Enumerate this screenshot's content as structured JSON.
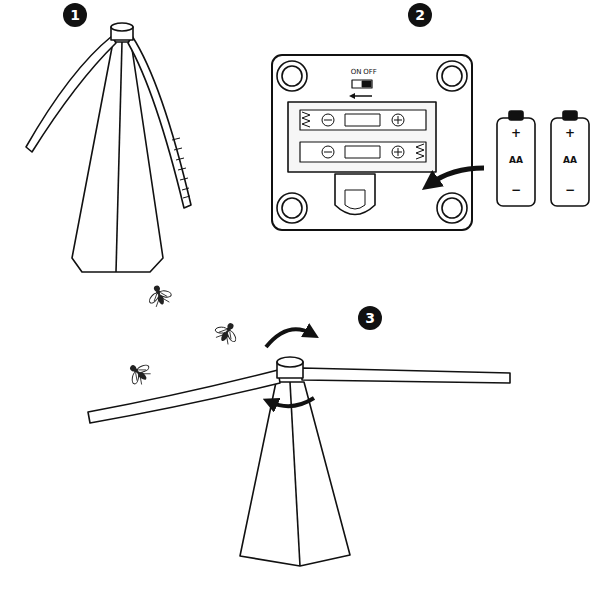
{
  "diagram": {
    "labels": [
      "1",
      "2",
      "3",
      "ON",
      "OFF",
      "+",
      "AA",
      "−",
      "+",
      "AA",
      "−"
    ]
  }
}
